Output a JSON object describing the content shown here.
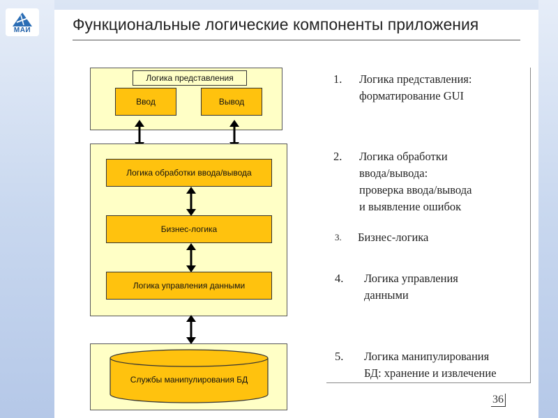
{
  "slide": {
    "title": "Функциональные логические компоненты приложения",
    "logo_text": "МАИ",
    "page_number": "36"
  },
  "diagram": {
    "presentation_label": "Логика представления",
    "input_label": "Ввод",
    "output_label": "Вывод",
    "io_logic_label": "Логика обработки ввода/вывода",
    "business_logic_label": "Бизнес-логика",
    "data_mgmt_label": "Логика управления данными",
    "db_services_label": "Службы манипулирования БД"
  },
  "list": {
    "items": [
      {
        "num": "1.",
        "lines": [
          "Логика представления:",
          "форматирование GUI"
        ]
      },
      {
        "num": "2.",
        "lines": [
          "Логика обработки",
          "ввода/вывода:",
          "проверка ввода/вывода",
          "и выявление ошибок"
        ]
      },
      {
        "num": "3.",
        "lines": [
          "Бизнес-логика"
        ]
      },
      {
        "num": "4.",
        "lines": [
          "Логика управления",
          "данными"
        ]
      },
      {
        "num": "5.",
        "lines": [
          "Логика манипулирования",
          "БД: хранение и извлечение"
        ]
      }
    ]
  },
  "colors": {
    "panel": "#ffffc6",
    "box": "#ffc20e",
    "title_text": "#222222"
  }
}
